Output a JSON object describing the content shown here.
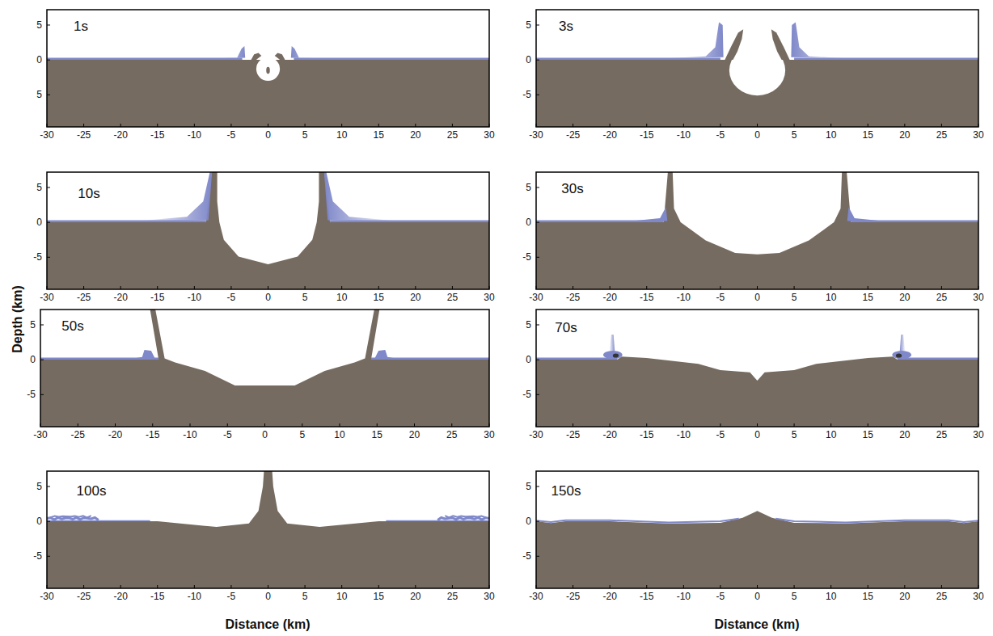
{
  "diagram": {
    "labels": [
      "1s",
      "5",
      "0",
      "5",
      "-30",
      "-25",
      "-20",
      "-15",
      "-10",
      "-5",
      "0",
      "5",
      "10",
      "15",
      "20",
      "25",
      "30",
      "3s",
      "5",
      "0",
      "-5",
      "-30",
      "-25",
      "-20",
      "-15",
      "-10",
      "-5",
      "0",
      "5",
      "10",
      "15",
      "20",
      "25",
      "30",
      "10s",
      "5",
      "0",
      "-5",
      "-30",
      "-25",
      "-20",
      "-15",
      "-10",
      "-5",
      "0",
      "5",
      "10",
      "15",
      "20",
      "25",
      "30",
      "30s",
      "5",
      "0",
      "-5",
      "-30",
      "-25",
      "-20",
      "-15",
      "-10",
      "-5",
      "0",
      "5",
      "10",
      "15",
      "20",
      "25",
      "30",
      "50s",
      "5",
      "0",
      "-5",
      "-30",
      "-25",
      "-20",
      "-15",
      "-10",
      "-5",
      "0",
      "5",
      "10",
      "15",
      "20",
      "25",
      "30",
      "70s",
      "5",
      "0",
      "-5",
      "-30",
      "-25",
      "-20",
      "-15",
      "-10",
      "-5",
      "0",
      "5",
      "10",
      "15",
      "20",
      "25",
      "30",
      "100s",
      "5",
      "0",
      "-5",
      "-30",
      "-25",
      "-20",
      "-15",
      "-10",
      "-5",
      "0",
      "5",
      "10",
      "15",
      "20",
      "25",
      "30",
      "150s",
      "5",
      "0",
      "-5",
      "-30",
      "-25",
      "-20",
      "-15",
      "-10",
      "-5",
      "0",
      "5",
      "10",
      "15",
      "20",
      "25",
      "30",
      "Depth (km)",
      "Distance (km)",
      "Distance (km)"
    ]
  }
}
